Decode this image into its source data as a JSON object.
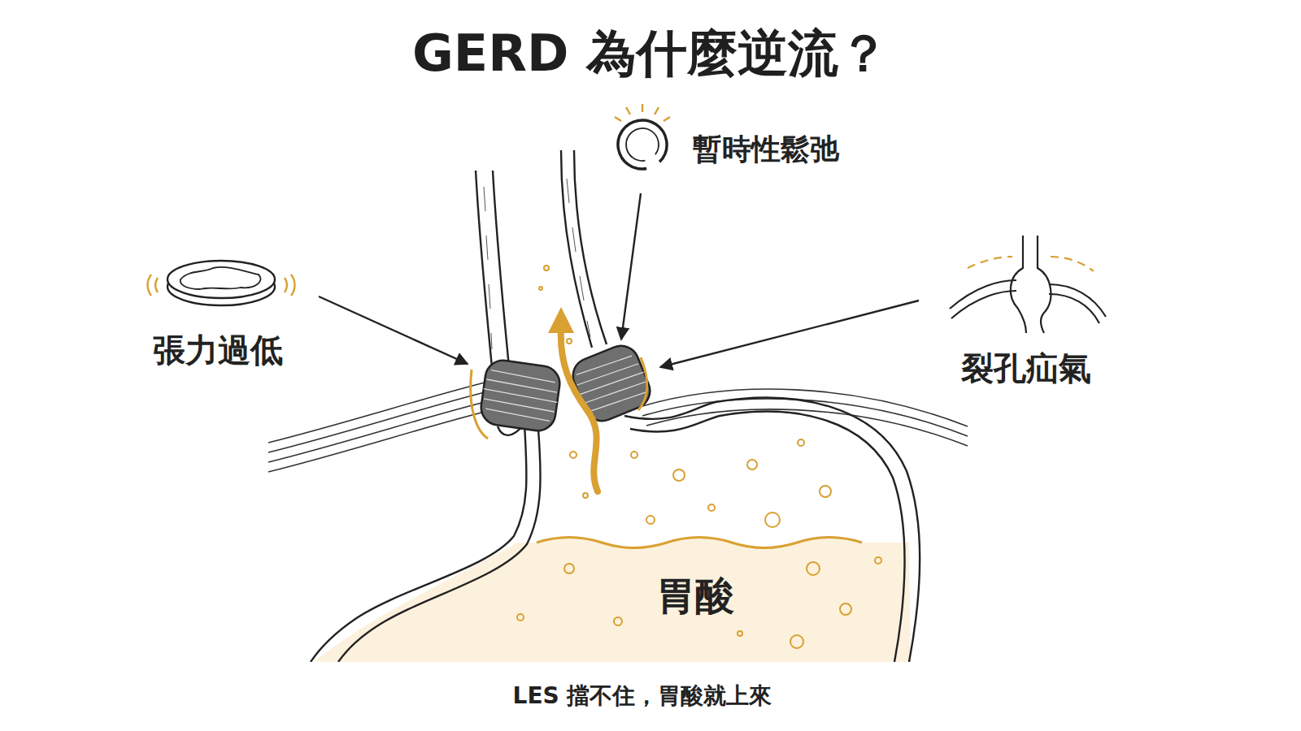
{
  "diagram": {
    "title": "GERD 為什麼逆流？",
    "caption": "LES 擋不住，胃酸就上來",
    "labels": [
      "張力過低",
      "暫時性鬆弛",
      "裂孔疝氣",
      "胃酸"
    ]
  }
}
